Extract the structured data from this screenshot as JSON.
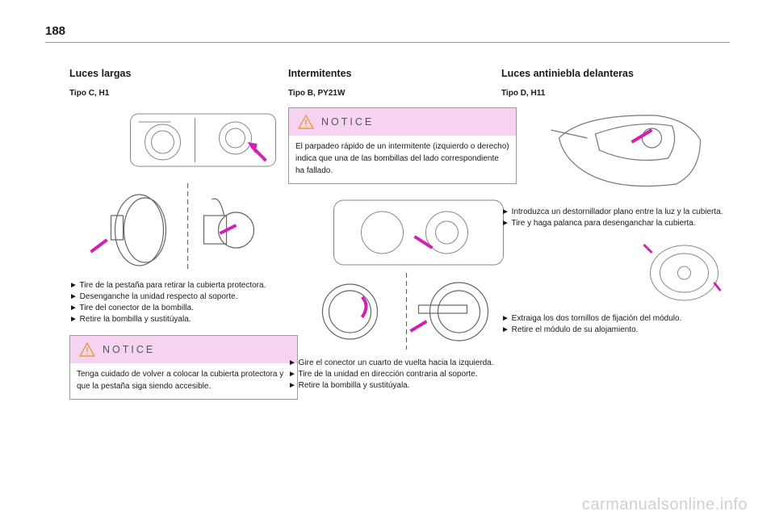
{
  "page": {
    "number": "188"
  },
  "col1": {
    "title": "Luces largas",
    "subtitle": "Tipo C, H1",
    "steps": [
      "► Tire de la pestaña para retirar la cubierta protectora.",
      "► Desenganche la unidad respecto al soporte.",
      "► Tire del conector de la bombilla.",
      "► Retire la bombilla y sustitúyala."
    ],
    "notice": {
      "label": "NOTICE",
      "text": "Tenga cuidado de volver a colocar la cubierta protectora y que la pestaña siga siendo accesible."
    }
  },
  "col2": {
    "title": "Intermitentes",
    "subtitle": "Tipo B, PY21W",
    "notice": {
      "label": "NOTICE",
      "text": "El parpadeo rápido de un intermitente (izquierdo o derecho) indica que una de las bombillas del lado correspondiente ha fallado."
    },
    "steps": [
      "►   Gire el conector un cuarto de vuelta hacia la izquierda.",
      "► Tire de la unidad en dirección contraria al soporte.",
      "► Retire la bombilla y sustitúyala."
    ]
  },
  "col3": {
    "title": "Luces antiniebla delanteras",
    "subtitle": "Tipo D, H11",
    "steps_a": [
      "► Introduzca un destornillador plano entre la luz y la cubierta.",
      "► Tire y haga palanca para desenganchar la cubierta."
    ],
    "steps_b": [
      "► Extraiga los dos tornillos de fijación del módulo.",
      "► Retire el módulo de su alojamiento."
    ]
  },
  "footer": {
    "watermark": "carmanualsonline.info"
  },
  "colors": {
    "notice_bg": "#f7d3f2",
    "arrow": "#d21fb4",
    "rule": "#9a9a9a"
  }
}
